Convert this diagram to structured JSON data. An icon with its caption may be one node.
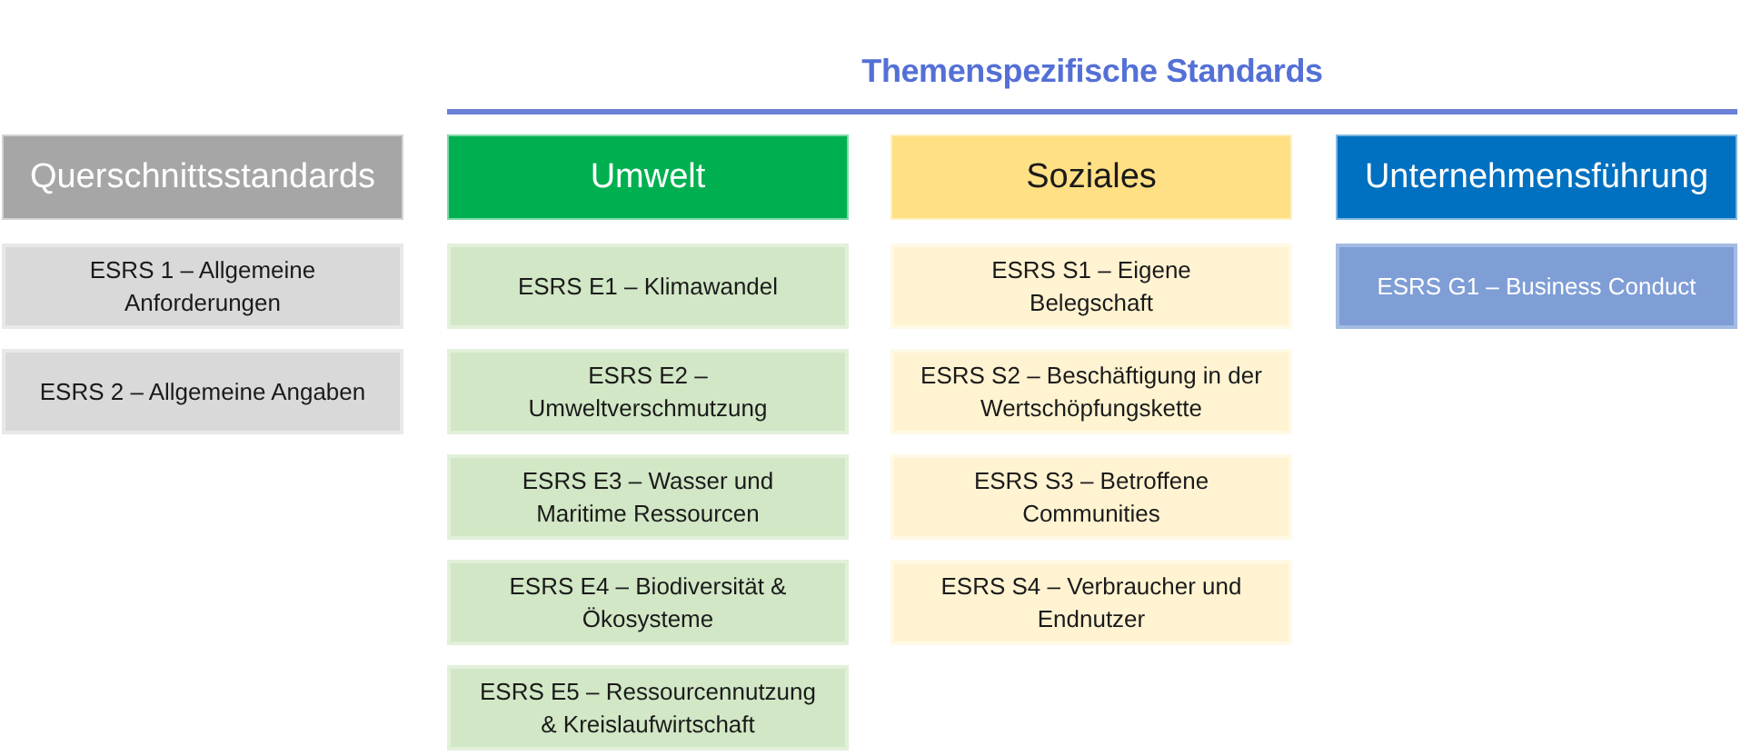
{
  "diagram": {
    "title": "Themenspezifische Standards",
    "nodes": [
      {
        "text": [
          "Querschnittsstandards"
        ]
      },
      {
        "text": [
          "Umwelt"
        ]
      },
      {
        "text": [
          "Soziales"
        ]
      },
      {
        "text": [
          "Unternehmensführung"
        ]
      },
      {
        "text": [
          "ESRS 1 – Allgemeine Anforderungen"
        ]
      },
      {
        "text": [
          "ESRS 2 – Allgemeine Angaben"
        ]
      },
      {
        "text": [
          "ESRS E1 – Klimawandel"
        ]
      },
      {
        "text": [
          "ESRS E2 – Umweltverschmutzung"
        ]
      },
      {
        "text": [
          "ESRS E3 – Wasser und Maritime Ressourcen"
        ]
      },
      {
        "text": [
          "ESRS E4 – Biodiversität & Ökosysteme"
        ]
      },
      {
        "text": [
          "ESRS E5 – Ressourcennutzung & Kreislaufwirtschaft"
        ]
      },
      {
        "text": [
          "ESRS S1 – Eigene Belegschaft"
        ]
      },
      {
        "text": [
          "ESRS S2 – Beschäftigung in der Wertschöpfungskette"
        ]
      },
      {
        "text": [
          "ESRS S3 – Betroffene Communities"
        ]
      },
      {
        "text": [
          "ESRS S4 – Verbraucher und Endnutzer"
        ]
      },
      {
        "text": [
          "ESRS G1 – Business Conduct"
        ]
      }
    ]
  }
}
